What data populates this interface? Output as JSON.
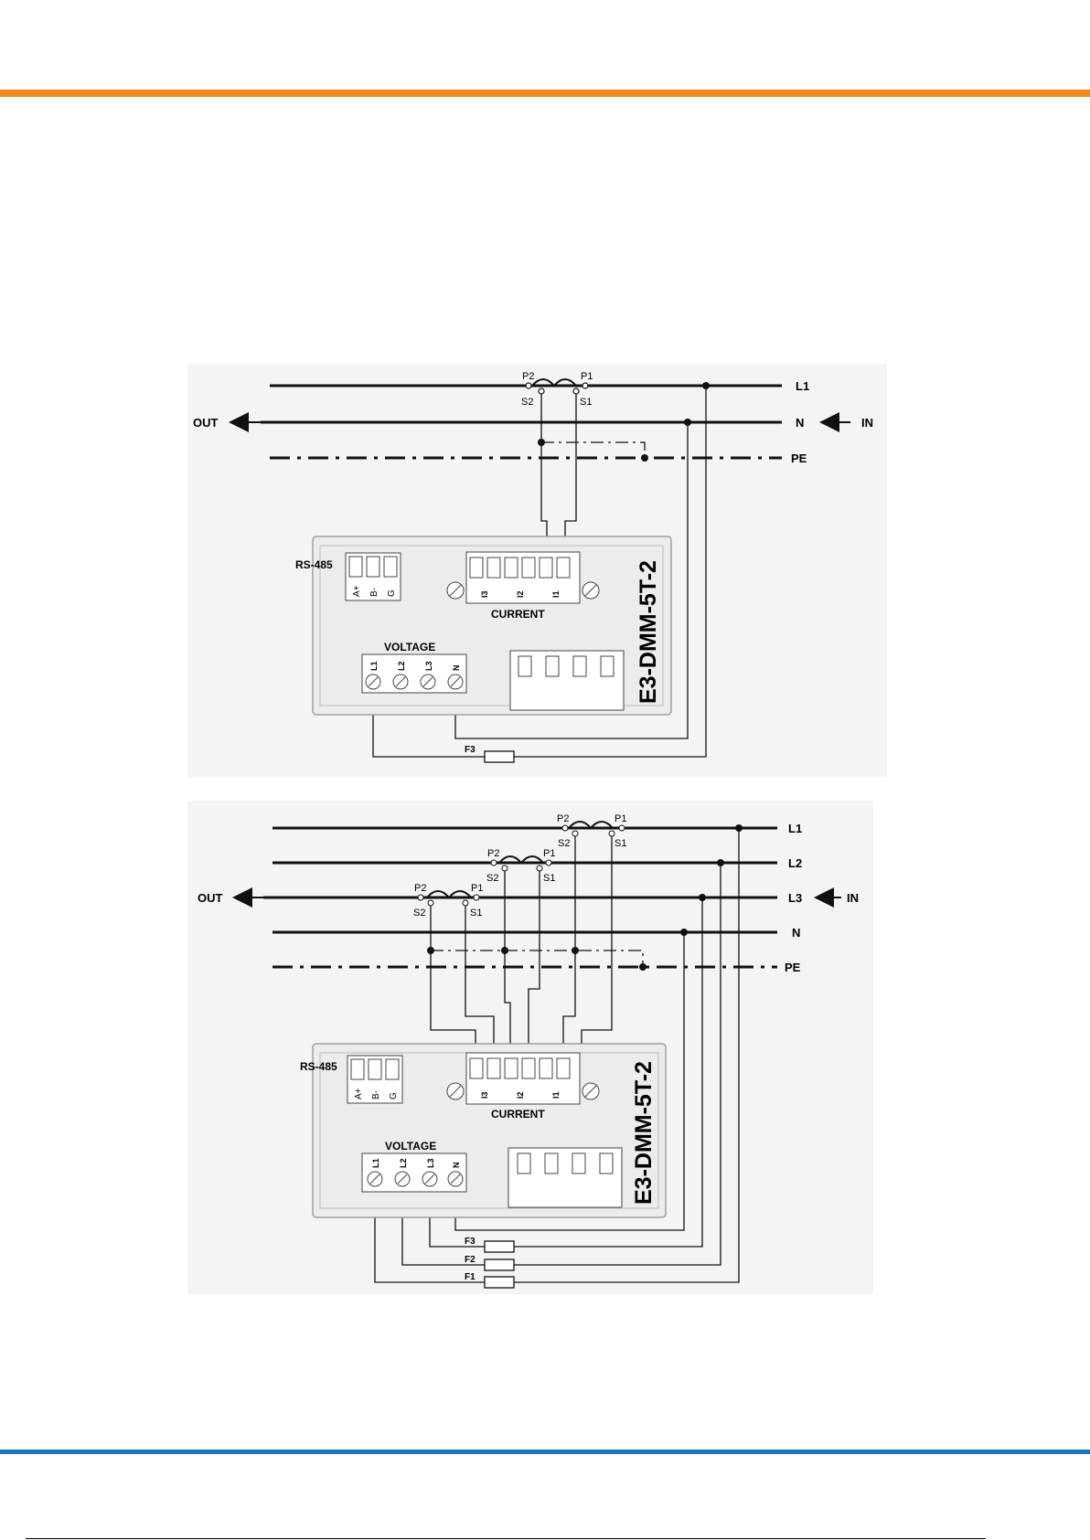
{
  "colors": {
    "top_rule": "#f08a1c",
    "bottom_rule": "#1f73c1",
    "line": "#1a1a1a",
    "panel_fill": "#ececec",
    "panel_stroke": "#a0a0a0"
  },
  "diagram1": {
    "lines": [
      "L1",
      "N",
      "PE"
    ],
    "out_label": "OUT",
    "in_label": "IN",
    "ct": {
      "p2": "P2",
      "p1": "P1",
      "s2": "S2",
      "s1": "S1"
    },
    "rs485_label": "RS-485",
    "rs485_pins": [
      "A+",
      "B-",
      "G"
    ],
    "current_label": "CURRENT",
    "current_pins": [
      "I3",
      "I2",
      "I1"
    ],
    "voltage_label": "VOLTAGE",
    "voltage_pins": [
      "L1",
      "L2",
      "L3",
      "N"
    ],
    "model": "E3-DMM-5T-2",
    "fuses": [
      "F3"
    ]
  },
  "diagram2": {
    "lines": [
      "L1",
      "L2",
      "L3",
      "N",
      "PE"
    ],
    "out_label": "OUT",
    "in_label": "IN",
    "ct": {
      "p2": "P2",
      "p1": "P1",
      "s2": "S2",
      "s1": "S1"
    },
    "rs485_label": "RS-485",
    "rs485_pins": [
      "A+",
      "B-",
      "G"
    ],
    "current_label": "CURRENT",
    "current_pins": [
      "I3",
      "I2",
      "I1"
    ],
    "voltage_label": "VOLTAGE",
    "voltage_pins": [
      "L1",
      "L2",
      "L3",
      "N"
    ],
    "model": "E3-DMM-5T-2",
    "fuses": [
      "F3",
      "F2",
      "F1"
    ]
  }
}
